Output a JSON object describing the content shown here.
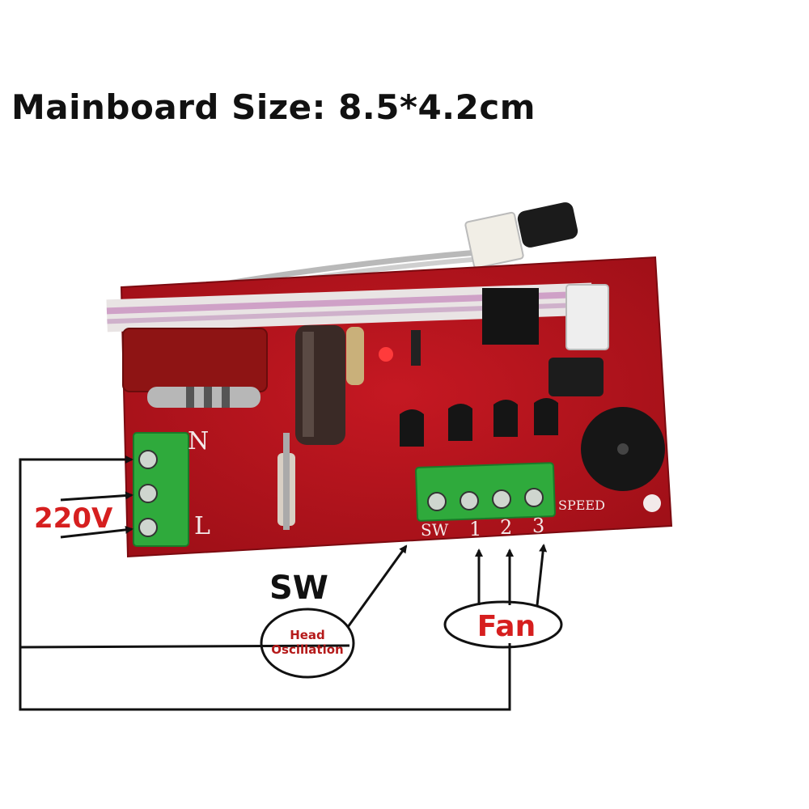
{
  "title": "Mainboard Size: 8.5*4.2cm",
  "labels": {
    "voltage": "220V",
    "sw": "SW",
    "head_line1": "Head",
    "head_line2": "Oscillation",
    "fan": "Fan"
  },
  "silkscreen": {
    "neutral": "N",
    "live": "L",
    "sw": "SW",
    "speed1": "1",
    "speed2": "2",
    "speed3": "3",
    "speed": "SPEED"
  },
  "colors": {
    "board": "#b8121c",
    "terminal": "#2faa3c",
    "accent_red": "#d61f1f",
    "wire": "#111111"
  }
}
